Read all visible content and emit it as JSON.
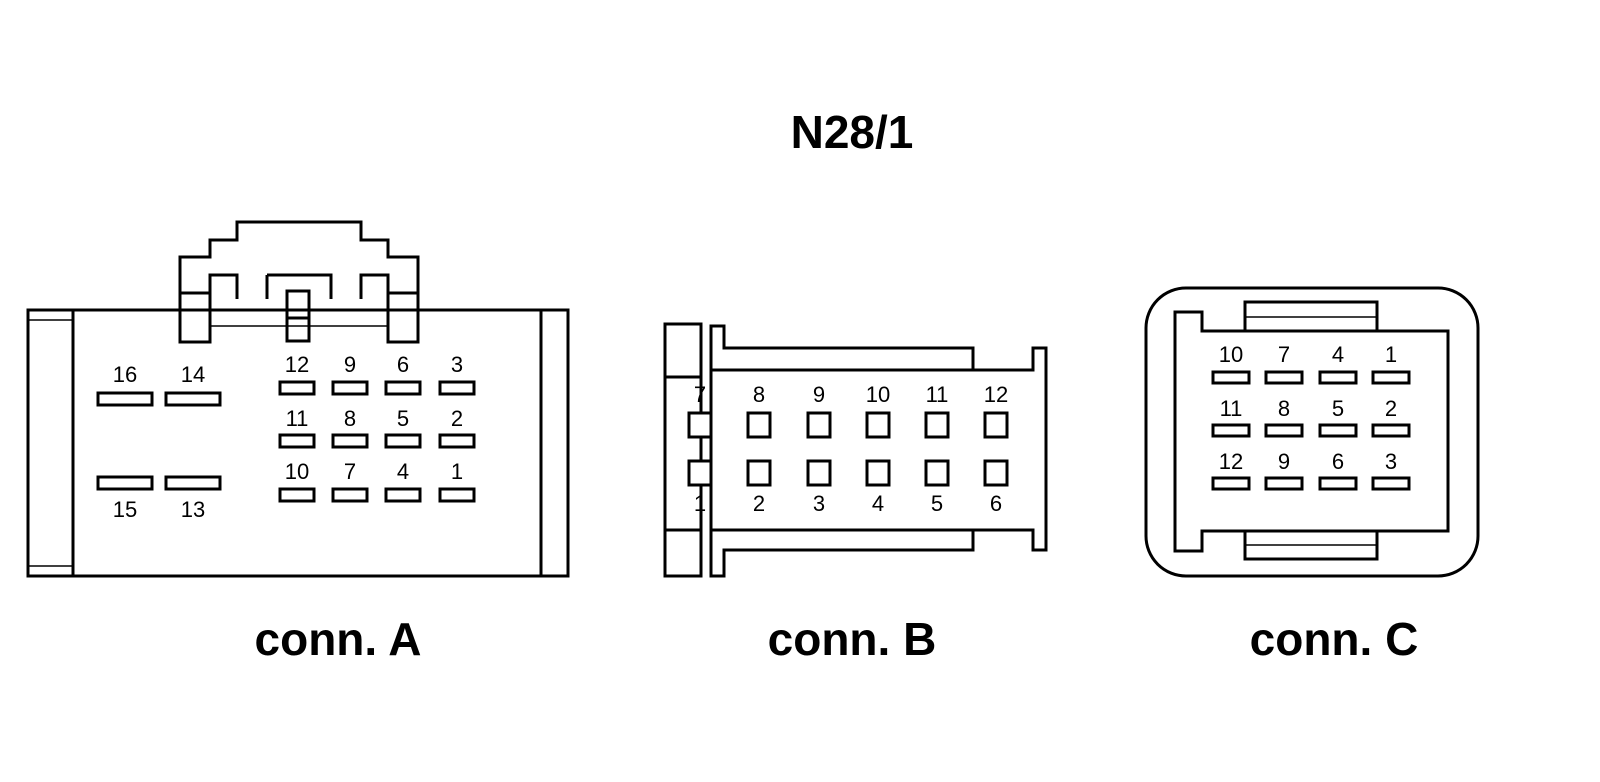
{
  "title": "N28/1",
  "connectors": {
    "a": {
      "label": "conn. A",
      "pins": [
        "1",
        "2",
        "3",
        "4",
        "5",
        "6",
        "7",
        "8",
        "9",
        "10",
        "11",
        "12",
        "13",
        "14",
        "15",
        "16"
      ]
    },
    "b": {
      "label": "conn. B",
      "pins": [
        "1",
        "2",
        "3",
        "4",
        "5",
        "6",
        "7",
        "8",
        "9",
        "10",
        "11",
        "12"
      ]
    },
    "c": {
      "label": "conn. C",
      "pins": [
        "1",
        "2",
        "3",
        "4",
        "5",
        "6",
        "7",
        "8",
        "9",
        "10",
        "11",
        "12"
      ]
    }
  }
}
